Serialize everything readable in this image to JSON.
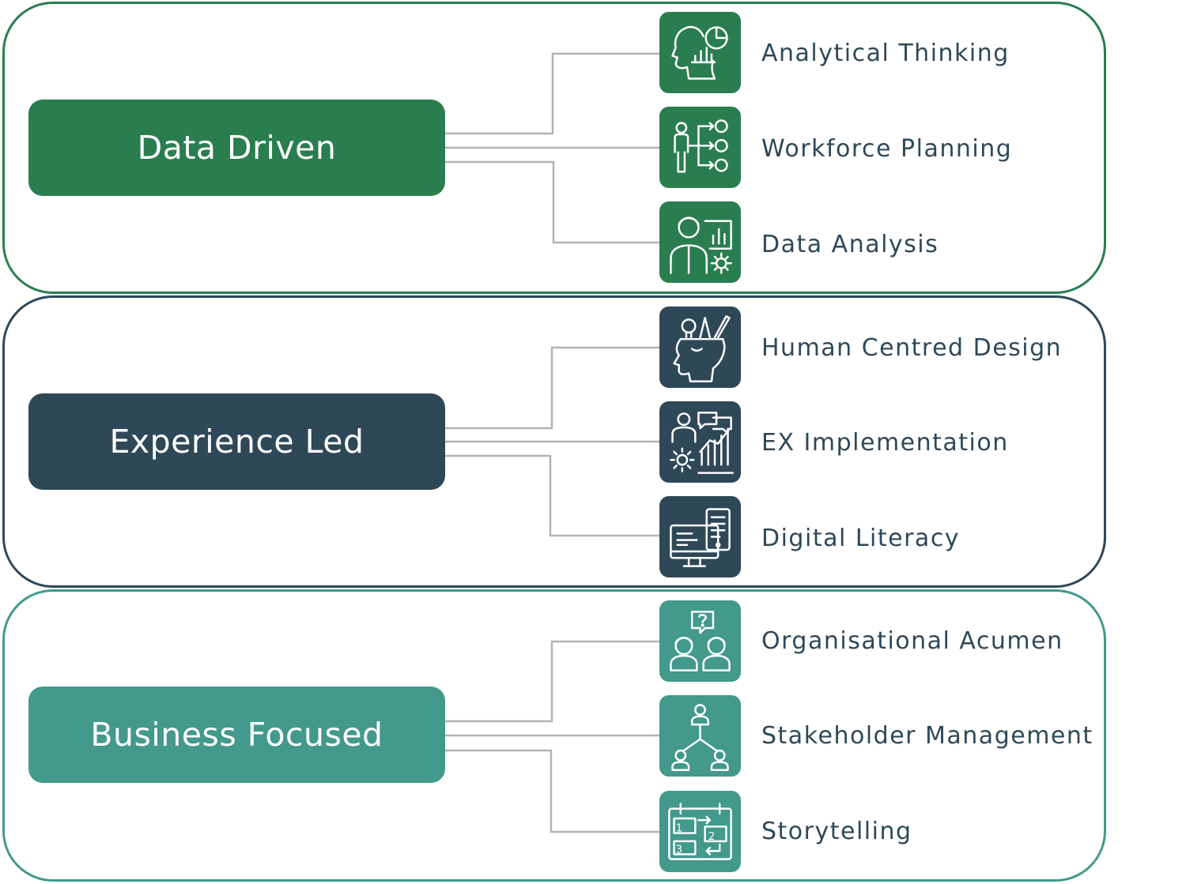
{
  "colors": {
    "green": "#2a7d4f",
    "navy": "#2f4858",
    "teal": "#42998c",
    "connector": "#b3b3b3",
    "text": "#2f4858"
  },
  "groups": [
    {
      "category": "Data Driven",
      "color": "#2a7d4f",
      "skills": [
        {
          "label": "Analytical Thinking",
          "icon": "head-chart-icon"
        },
        {
          "label": "Workforce Planning",
          "icon": "person-flow-icon"
        },
        {
          "label": "Data Analysis",
          "icon": "presenter-chart-icon"
        }
      ]
    },
    {
      "category": "Experience Led",
      "color": "#2f4858",
      "skills": [
        {
          "label": "Human Centred Design",
          "icon": "head-tools-icon"
        },
        {
          "label": "EX Implementation",
          "icon": "person-growth-icon"
        },
        {
          "label": "Digital Literacy",
          "icon": "devices-icon"
        }
      ]
    },
    {
      "category": "Business Focused",
      "color": "#42998c",
      "skills": [
        {
          "label": "Organisational Acumen",
          "icon": "people-question-icon"
        },
        {
          "label": "Stakeholder Management",
          "icon": "people-network-icon"
        },
        {
          "label": "Storytelling",
          "icon": "storyboard-icon"
        }
      ]
    }
  ]
}
